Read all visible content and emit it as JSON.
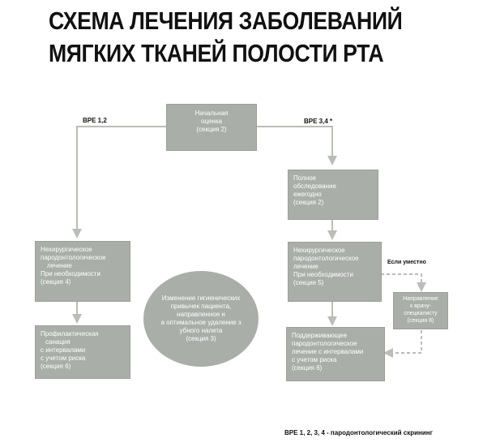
{
  "title": {
    "line1": "СХЕМА ЛЕЧЕНИЯ ЗАБОЛЕВАНИЙ",
    "line2": "МЯГКИХ ТКАНЕЙ  ПОЛОСТИ РТА"
  },
  "labels": {
    "bpe12": "BPE 1,2",
    "bpe34": "BPE 3,4 *",
    "if_appropriate": "Если уместно",
    "footnote": "BPE 1, 2, 3, 4 - пародонтологический скрининг"
  },
  "nodes": {
    "initial": [
      "Начальная",
      "оценка",
      "(секция 2)"
    ],
    "full_exam": [
      "Полное",
      "обследование",
      "ежегодно",
      "(секция 2)"
    ],
    "nonsurgical_left": [
      "Нехирургическое",
      "пародонтологическое",
      "лечение",
      "При необходимости",
      "(секция 4)"
    ],
    "nonsurgical_right": [
      "Нехирургическое",
      "пародонтологическое",
      "лечение",
      "При необходимости",
      "(секция 5)"
    ],
    "hygiene": [
      "Изменение гигиенических",
      "привычек пациента,",
      "направленное н",
      "а оптимальное удаление з",
      "убного налета",
      "(секция 3)"
    ],
    "preventive": [
      "Профилактическая",
      "санация",
      "с интервалами",
      "с учетом риска",
      "(секция 6)"
    ],
    "supportive": [
      "Поддерживающее",
      "пародонтологическое",
      "лечение  с интервалами",
      "с учетом риска",
      "(секция 6)"
    ],
    "referral": [
      "Направление",
      "к врачу-",
      "специалисту",
      "(секция 8)"
    ]
  },
  "colors": {
    "box_fill": "#a9aea8",
    "arrow": "#b9beb8",
    "text_dark": "#111111"
  }
}
